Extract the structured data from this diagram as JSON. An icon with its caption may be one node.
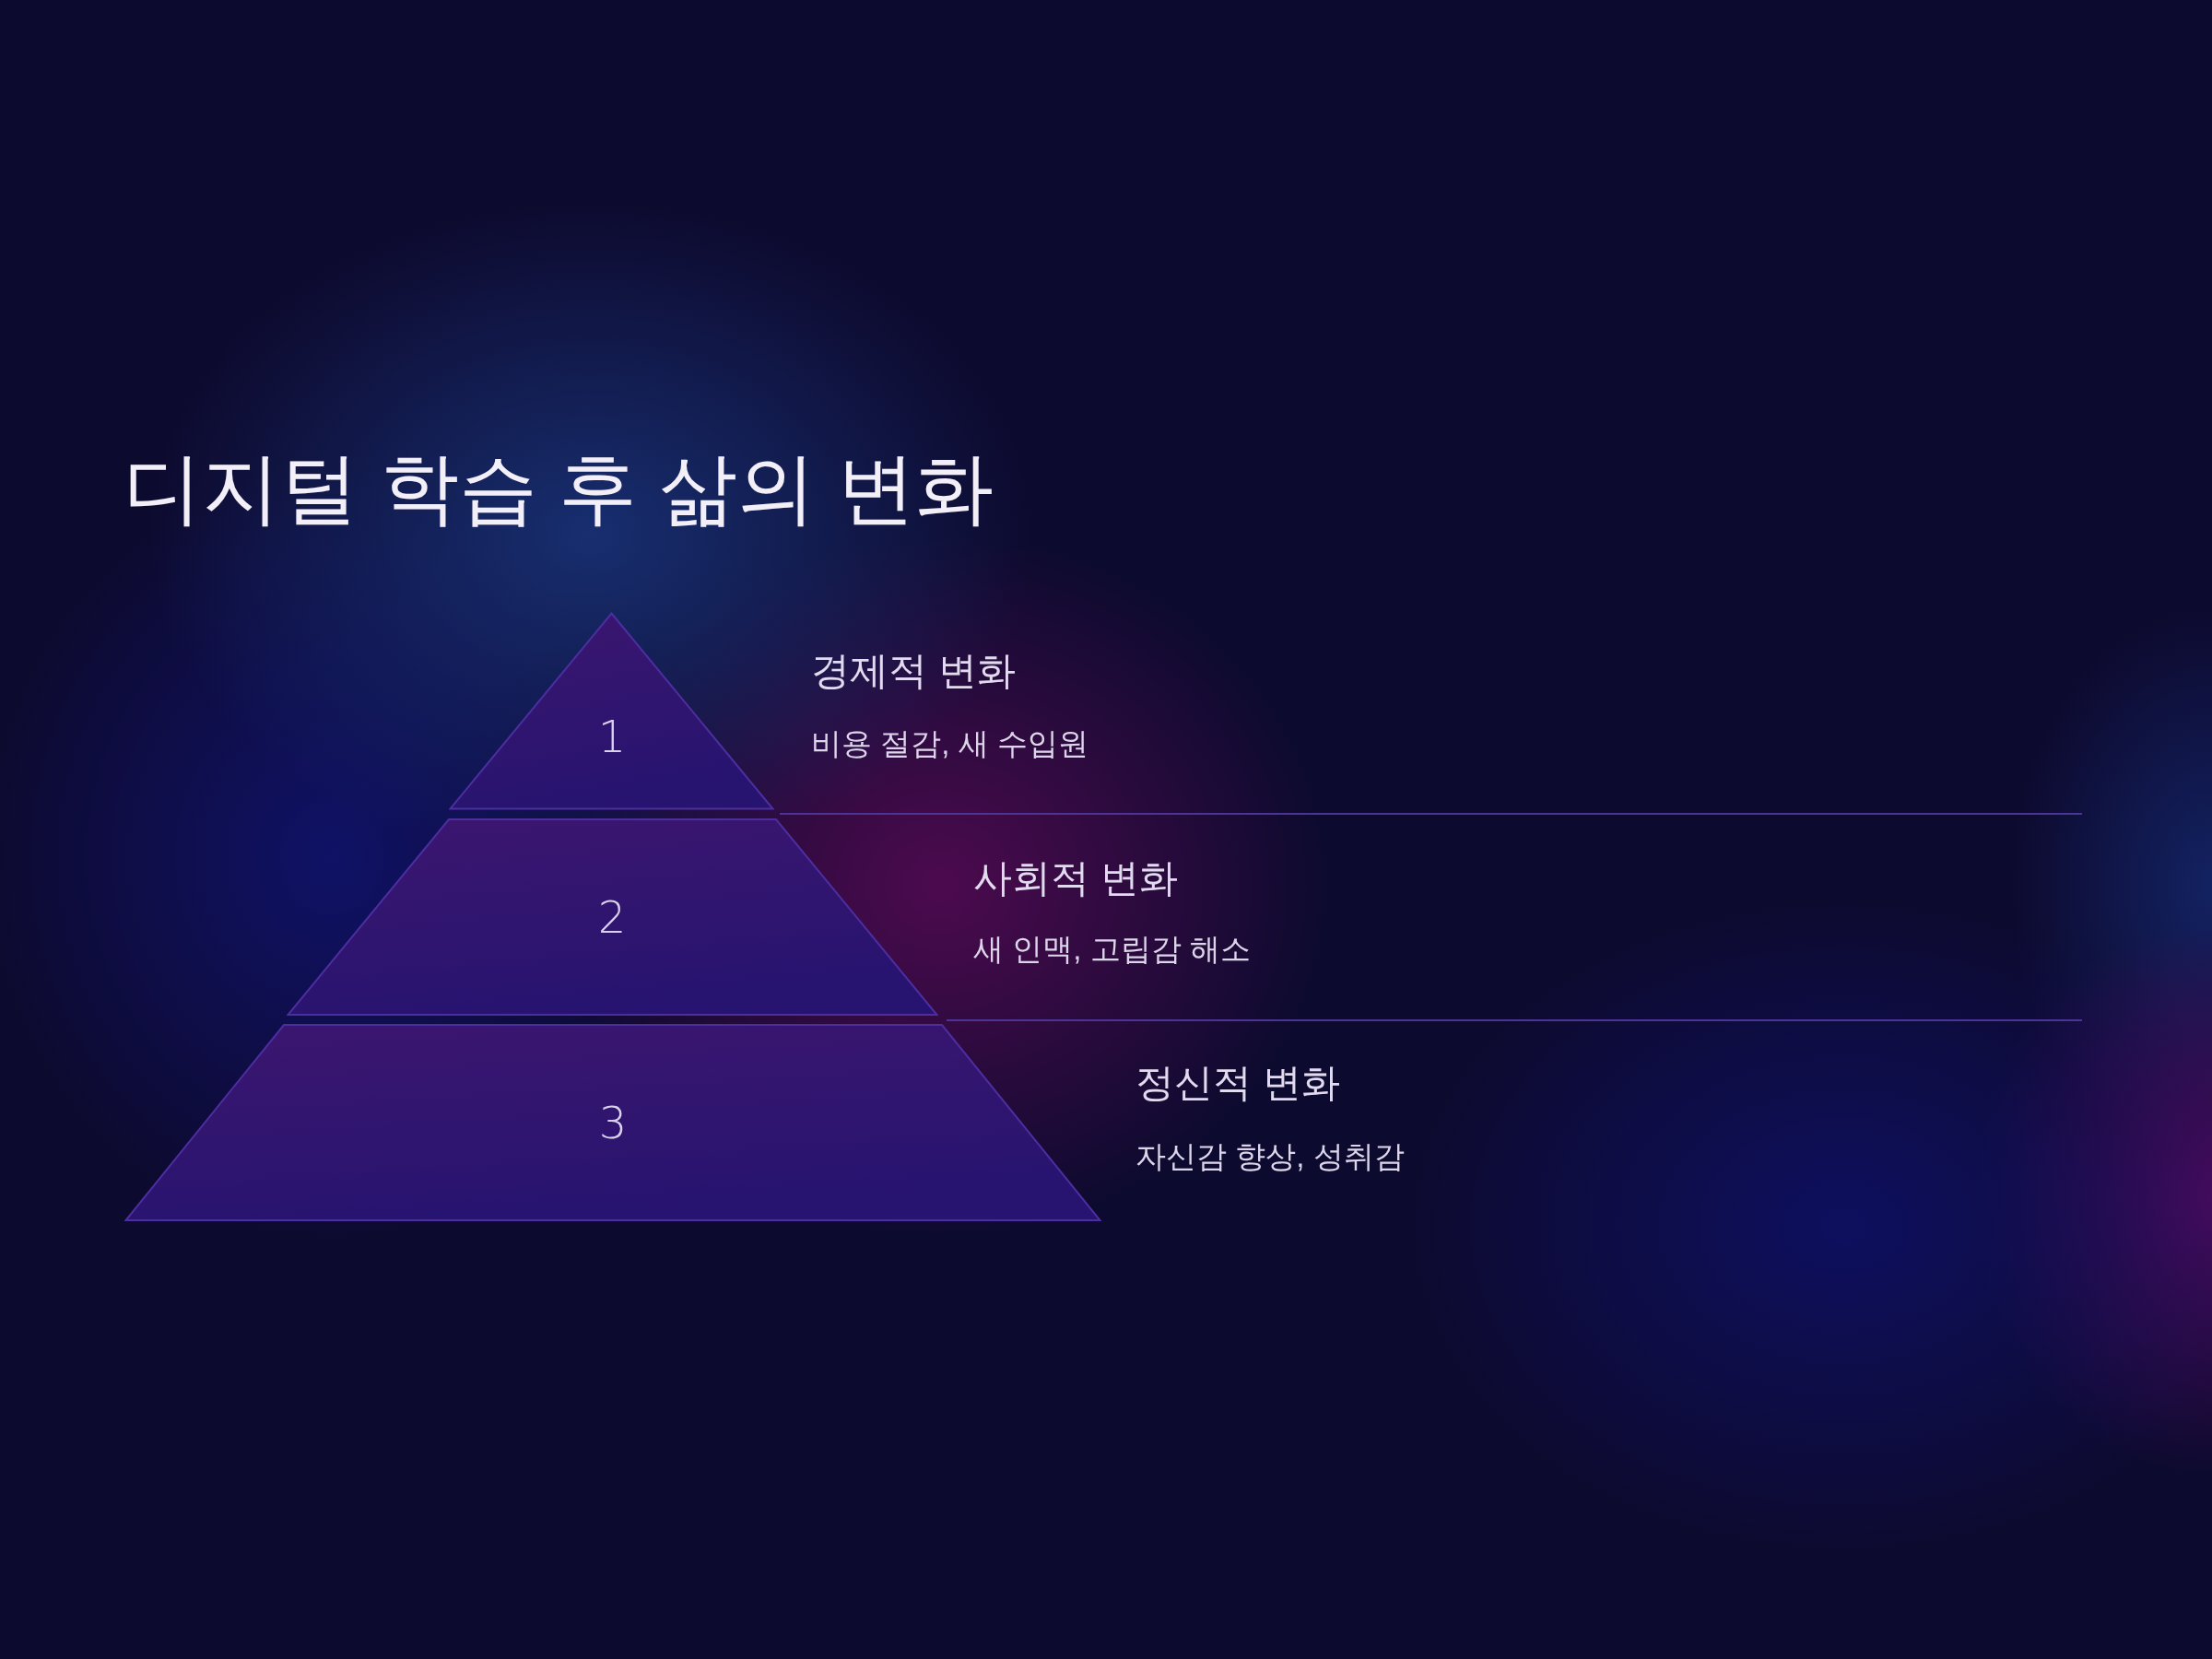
{
  "diagram": {
    "title": "디지털 학습 후 삶의 변화",
    "nodes": [
      {
        "text": [
          "1"
        ],
        "beside": [
          "경제적 변화",
          "비용 절감, 새 수입원"
        ]
      },
      {
        "text": [
          "2"
        ],
        "beside": [
          "사회적 변화",
          "새 인맥, 고립감 해소"
        ]
      },
      {
        "text": [
          "3"
        ],
        "beside": [
          "정신적 변화",
          "자신감 향상, 성취감"
        ]
      }
    ]
  }
}
